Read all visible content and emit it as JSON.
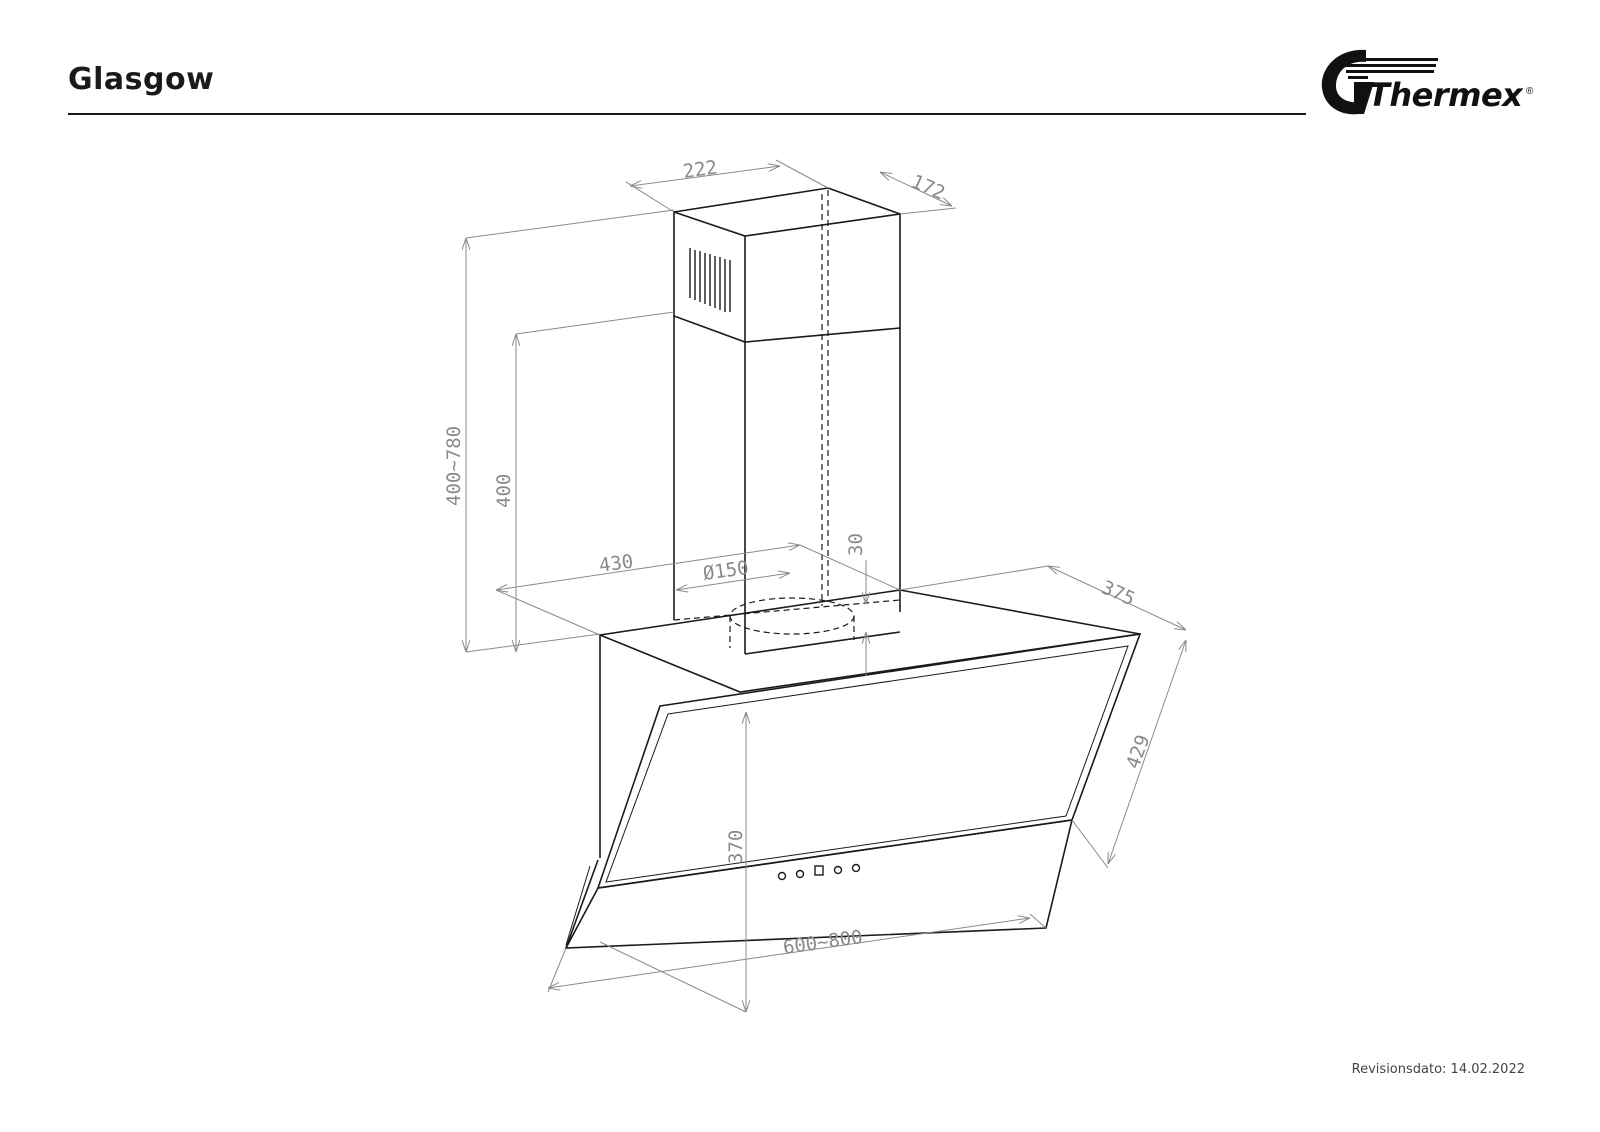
{
  "header": {
    "title": "Glasgow",
    "logo_text": "Thermex",
    "logo_reg": "®"
  },
  "dimensions": {
    "chimney_width": "222",
    "chimney_depth": "172",
    "total_height_range": "400~780",
    "chimney_height": "400",
    "top_depth": "430",
    "duct_diameter": "Ø150",
    "outlet_offset": "30",
    "body_depth": "375",
    "glass_depth": "429",
    "body_height": "370",
    "body_width_range": "600~800"
  },
  "footer": {
    "revision": "Revisionsdato: 14.02.2022"
  },
  "colors": {
    "line": "#1a1a1a",
    "dimension": "#8a8a8a"
  }
}
